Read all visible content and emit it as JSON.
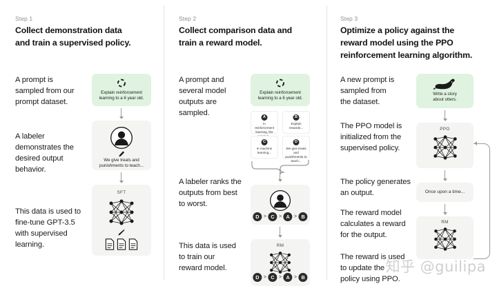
{
  "watermark": "知乎 @guilipa",
  "columns": [
    {
      "step_label": "Step 1",
      "title": "Collect demonstration data\nand train a supervised policy.",
      "paragraphs": [
        "A prompt is\nsampled from our\nprompt dataset.",
        "A labeler\ndemonstrates the\ndesired output\nbehavior.",
        "This data is used to\nfine-tune GPT-3.5\nwith supervised\nlearning."
      ],
      "cards": [
        {
          "kind": "prompt",
          "icon": "dashed-circle-icon",
          "caption": "Explain reinforcement\nlearning to a 6 year old."
        },
        {
          "kind": "labeler",
          "icon": "person-circle-icon",
          "caption": "We give treats and\npunishments to teach..."
        },
        {
          "kind": "model",
          "icon": "neural-net-icon",
          "tag": "SFT",
          "caption": ""
        }
      ]
    },
    {
      "step_label": "Step 2",
      "title": "Collect comparison data and\ntrain a reward model.",
      "paragraphs": [
        "A prompt and\nseveral model\noutputs are\nsampled.",
        "A labeler ranks the\noutputs from best\nto worst.",
        "This data is used\nto train our\nreward model."
      ],
      "cards": [
        {
          "kind": "prompt",
          "icon": "dashed-circle-icon",
          "caption": "Explain reinforcement\nlearning to a 6 year old."
        },
        {
          "kind": "options",
          "options": [
            {
              "letter": "A",
              "text": "In reinforcement\nlearning, the\nagent is..."
            },
            {
              "letter": "B",
              "text": "Explain rewards..."
            },
            {
              "letter": "C",
              "text": "In machine\nlearning..."
            },
            {
              "letter": "D",
              "text": "We give treats and\npunishments to\nteach..."
            }
          ]
        },
        {
          "kind": "labeler-rank",
          "icon": "person-circle-icon",
          "ranking": [
            "D",
            "C",
            "A",
            "B"
          ]
        },
        {
          "kind": "model-rank",
          "icon": "neural-net-icon",
          "tag": "RM",
          "ranking": [
            "D",
            "C",
            "A",
            "B"
          ]
        }
      ]
    },
    {
      "step_label": "Step 3",
      "title": "Optimize a policy against the\nreward model using the PPO\nreinforcement learning algorithm.",
      "paragraphs": [
        "A new prompt is\nsampled from\nthe dataset.",
        "The PPO model is\ninitialized from the\nsupervised policy.",
        "The policy generates\nan output.",
        "The reward model\ncalculates a reward\nfor the output.",
        "The reward is used\nto update the\npolicy using PPO."
      ],
      "cards": [
        {
          "kind": "prompt-otter",
          "icon": "otter-icon",
          "caption": "Write a story\nabout otters."
        },
        {
          "kind": "model",
          "icon": "neural-net-icon",
          "tag": "PPO"
        },
        {
          "kind": "output",
          "text": "Once upon a time..."
        },
        {
          "kind": "model",
          "icon": "neural-net-icon",
          "tag": "RM"
        }
      ]
    }
  ],
  "colors": {
    "prompt_card_bg": "#dff3e0",
    "card_bg": "#f4f4f2",
    "connector": "#9a9a9a",
    "text": "#1a1a1a",
    "muted": "#8e8e8e"
  }
}
